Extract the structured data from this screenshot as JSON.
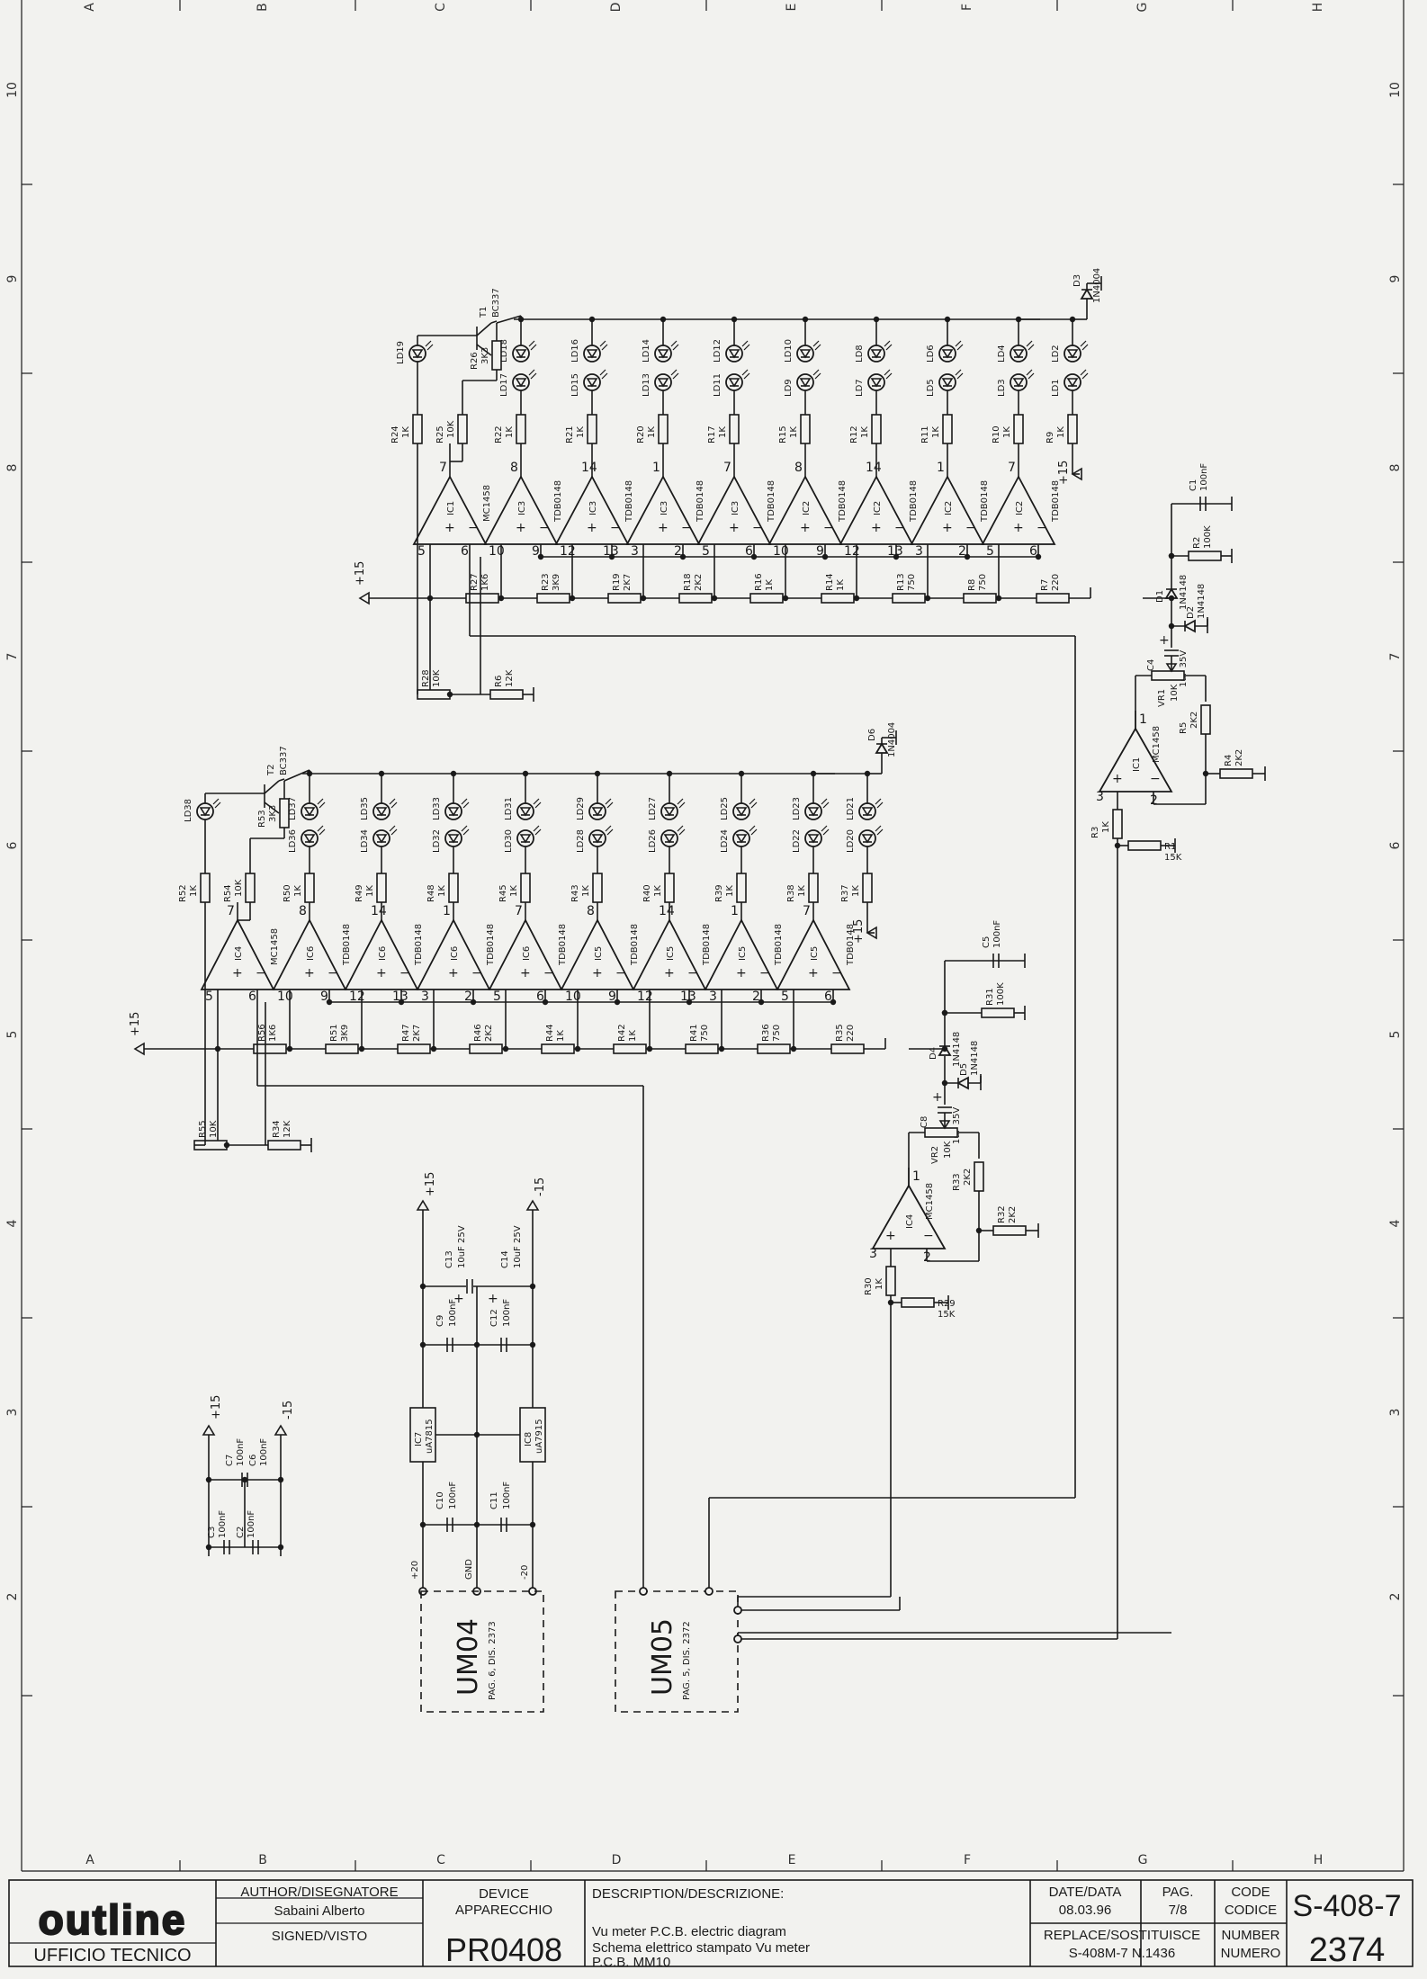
{
  "border": {
    "col_letters": [
      "A",
      "B",
      "C",
      "D",
      "E",
      "F",
      "G",
      "H"
    ],
    "row_numbers": [
      "10",
      "9",
      "8",
      "7",
      "6",
      "5",
      "4",
      "3",
      "2"
    ]
  },
  "schematic": {
    "channel1": {
      "opamps": [
        {
          "ref": "IC1",
          "type": "MC1458"
        },
        {
          "ref": "IC3",
          "type": "TDB0148"
        },
        {
          "ref": "IC3",
          "type": "TDB0148"
        },
        {
          "ref": "IC3",
          "type": "TDB0148"
        },
        {
          "ref": "IC3",
          "type": "TDB0148"
        },
        {
          "ref": "IC2",
          "type": "TDB0148"
        },
        {
          "ref": "IC2",
          "type": "TDB0148"
        },
        {
          "ref": "IC2",
          "type": "TDB0148"
        },
        {
          "ref": "IC2",
          "type": "TDB0148"
        }
      ],
      "out_pins": [
        "7",
        "8",
        "14",
        "1",
        "7",
        "8",
        "14",
        "1",
        "7"
      ],
      "in_pins": [
        [
          "5",
          "6"
        ],
        [
          "10",
          "9"
        ],
        [
          "12",
          "13"
        ],
        [
          "3",
          "2"
        ],
        [
          "5",
          "6"
        ],
        [
          "10",
          "9"
        ],
        [
          "12",
          "13"
        ],
        [
          "3",
          "2"
        ],
        [
          "5",
          "6"
        ]
      ],
      "top_resistors": [
        {
          "ref": "R24",
          "val": "1K"
        },
        {
          "ref": "R25",
          "val": "10K"
        },
        {
          "ref": "R22",
          "val": "1K"
        },
        {
          "ref": "R21",
          "val": "1K"
        },
        {
          "ref": "R20",
          "val": "1K"
        },
        {
          "ref": "R17",
          "val": "1K"
        },
        {
          "ref": "R15",
          "val": "1K"
        },
        {
          "ref": "R12",
          "val": "1K"
        },
        {
          "ref": "R11",
          "val": "1K"
        },
        {
          "ref": "R10",
          "val": "1K"
        },
        {
          "ref": "R9",
          "val": "1K"
        }
      ],
      "leds": [
        {
          "a": "LD19",
          "b": ""
        },
        {
          "a": "LD18",
          "b": "LD17"
        },
        {
          "a": "LD16",
          "b": "LD15"
        },
        {
          "a": "LD14",
          "b": "LD13"
        },
        {
          "a": "LD12",
          "b": "LD11"
        },
        {
          "a": "LD10",
          "b": "LD9"
        },
        {
          "a": "LD8",
          "b": "LD7"
        },
        {
          "a": "LD6",
          "b": "LD5"
        },
        {
          "a": "LD4",
          "b": "LD3"
        },
        {
          "a": "LD2",
          "b": "LD1"
        }
      ],
      "ladder": [
        {
          "ref": "R27",
          "val": "1K6"
        },
        {
          "ref": "R23",
          "val": "3K9"
        },
        {
          "ref": "R19",
          "val": "2K7"
        },
        {
          "ref": "R18",
          "val": "2K2"
        },
        {
          "ref": "R16",
          "val": "1K"
        },
        {
          "ref": "R14",
          "val": "1K"
        },
        {
          "ref": "R13",
          "val": "750"
        },
        {
          "ref": "R8",
          "val": "750"
        },
        {
          "ref": "R7",
          "val": "220"
        }
      ],
      "transistor": {
        "ref": "T1",
        "type": "BC337"
      },
      "r26": {
        "ref": "R26",
        "val": "3K3"
      },
      "r28": {
        "ref": "R28",
        "val": "10K"
      },
      "r6": {
        "ref": "R6",
        "val": "12K"
      },
      "supply": "+15",
      "supply_led": "+15",
      "d3": {
        "ref": "D3",
        "val": "1N4004"
      },
      "c1": {
        "ref": "C1",
        "val": "100nF"
      },
      "r2": {
        "ref": "R2",
        "val": "100K"
      },
      "d1": {
        "ref": "D1",
        "val": "1N4148"
      },
      "d2": {
        "ref": "D2",
        "val": "1N4148"
      },
      "c4": {
        "ref": "C4",
        "val": "1uF 35V"
      },
      "vr1": {
        "ref": "VR1",
        "val": "10K"
      },
      "r5": {
        "ref": "R5",
        "val": "2K2"
      },
      "r4": {
        "ref": "R4",
        "val": "2K2"
      },
      "r3": {
        "ref": "R3",
        "val": "1K"
      },
      "r1": {
        "ref": "R1",
        "val": "15K"
      },
      "ic1b": {
        "ref": "IC1",
        "type": "MC1458",
        "p_out": "1",
        "p_plus": "3",
        "p_minus": "2"
      }
    },
    "channel2": {
      "opamps": [
        {
          "ref": "IC4",
          "type": "MC1458"
        },
        {
          "ref": "IC6",
          "type": "TDB0148"
        },
        {
          "ref": "IC6",
          "type": "TDB0148"
        },
        {
          "ref": "IC6",
          "type": "TDB0148"
        },
        {
          "ref": "IC6",
          "type": "TDB0148"
        },
        {
          "ref": "IC5",
          "type": "TDB0148"
        },
        {
          "ref": "IC5",
          "type": "TDB0148"
        },
        {
          "ref": "IC5",
          "type": "TDB0148"
        },
        {
          "ref": "IC5",
          "type": "TDB0148"
        }
      ],
      "out_pins": [
        "7",
        "8",
        "14",
        "1",
        "7",
        "8",
        "14",
        "1",
        "7"
      ],
      "in_pins": [
        [
          "5",
          "6"
        ],
        [
          "10",
          "9"
        ],
        [
          "12",
          "13"
        ],
        [
          "3",
          "2"
        ],
        [
          "5",
          "6"
        ],
        [
          "10",
          "9"
        ],
        [
          "12",
          "13"
        ],
        [
          "3",
          "2"
        ],
        [
          "5",
          "6"
        ]
      ],
      "top_resistors": [
        {
          "ref": "R52",
          "val": "1K"
        },
        {
          "ref": "R54",
          "val": "10K"
        },
        {
          "ref": "R50",
          "val": "1K"
        },
        {
          "ref": "R49",
          "val": "1K"
        },
        {
          "ref": "R48",
          "val": "1K"
        },
        {
          "ref": "R45",
          "val": "1K"
        },
        {
          "ref": "R43",
          "val": "1K"
        },
        {
          "ref": "R40",
          "val": "1K"
        },
        {
          "ref": "R39",
          "val": "1K"
        },
        {
          "ref": "R38",
          "val": "1K"
        },
        {
          "ref": "R37",
          "val": "1K"
        }
      ],
      "leds": [
        {
          "a": "LD38",
          "b": ""
        },
        {
          "a": "LD37",
          "b": "LD36"
        },
        {
          "a": "LD35",
          "b": "LD34"
        },
        {
          "a": "LD33",
          "b": "LD32"
        },
        {
          "a": "LD31",
          "b": "LD30"
        },
        {
          "a": "LD29",
          "b": "LD28"
        },
        {
          "a": "LD27",
          "b": "LD26"
        },
        {
          "a": "LD25",
          "b": "LD24"
        },
        {
          "a": "LD23",
          "b": "LD22"
        },
        {
          "a": "LD21",
          "b": "LD20"
        }
      ],
      "ladder": [
        {
          "ref": "R56",
          "val": "1K6"
        },
        {
          "ref": "R51",
          "val": "3K9"
        },
        {
          "ref": "R47",
          "val": "2K7"
        },
        {
          "ref": "R46",
          "val": "2K2"
        },
        {
          "ref": "R44",
          "val": "1K"
        },
        {
          "ref": "R42",
          "val": "1K"
        },
        {
          "ref": "R41",
          "val": "750"
        },
        {
          "ref": "R36",
          "val": "750"
        },
        {
          "ref": "R35",
          "val": "220"
        }
      ],
      "transistor": {
        "ref": "T2",
        "type": "BC337"
      },
      "r53": {
        "ref": "R53",
        "val": "3K3"
      },
      "r55": {
        "ref": "R55",
        "val": "10K"
      },
      "r34": {
        "ref": "R34",
        "val": "12K"
      },
      "supply": "+15",
      "supply_led": "+15",
      "d6": {
        "ref": "D6",
        "val": "1N4004"
      },
      "c5": {
        "ref": "C5",
        "val": "100nF"
      },
      "r31": {
        "ref": "R31",
        "val": "100K"
      },
      "d4": {
        "ref": "D4",
        "val": "1N4148"
      },
      "d5": {
        "ref": "D5",
        "val": "1N4148"
      },
      "c8": {
        "ref": "C8",
        "val": "1uF 35V"
      },
      "vr2": {
        "ref": "VR2",
        "val": "10K"
      },
      "r33": {
        "ref": "R33",
        "val": "2K2"
      },
      "r32": {
        "ref": "R32",
        "val": "2K2"
      },
      "r30": {
        "ref": "R30",
        "val": "1K"
      },
      "r29": {
        "ref": "R29",
        "val": "15K"
      },
      "ic4b": {
        "ref": "IC4",
        "type": "MC1458",
        "p_out": "1",
        "p_plus": "3",
        "p_minus": "2"
      }
    },
    "power": {
      "plus15": "+15",
      "minus15": "-15",
      "c13": {
        "ref": "C13",
        "val": "10uF 25V"
      },
      "c14": {
        "ref": "C14",
        "val": "10uF 25V"
      },
      "c9": {
        "ref": "C9",
        "val": "100nF"
      },
      "c12": {
        "ref": "C12",
        "val": "100nF"
      },
      "ic7": {
        "ref": "IC7",
        "type": "uA7815"
      },
      "ic8": {
        "ref": "IC8",
        "type": "uA7915"
      },
      "c10": {
        "ref": "C10",
        "val": "100nF"
      },
      "c11": {
        "ref": "C11",
        "val": "100nF"
      },
      "pins": [
        "+20",
        "GND",
        "-20"
      ]
    },
    "decoupling": {
      "plus15": "+15",
      "minus15": "-15",
      "c7": {
        "ref": "C7",
        "val": "100nF"
      },
      "c6": {
        "ref": "C6",
        "val": "100nF"
      },
      "c3": {
        "ref": "C3",
        "val": "100nF"
      },
      "c2": {
        "ref": "C2",
        "val": "100nF"
      }
    },
    "modules": [
      {
        "name": "UM04",
        "ref": "PAG. 6, DIS. 2373"
      },
      {
        "name": "UM05",
        "ref": "PAG. 5, DIS. 2372"
      }
    ]
  },
  "title_block": {
    "logo": "outline",
    "dept": "UFFICIO TECNICO",
    "author_label": "AUTHOR/DISEGNATORE",
    "author": "Sabaini Alberto",
    "signed_label": "SIGNED/VISTO",
    "device_label_1": "DEVICE",
    "device_label_2": "APPARECCHIO",
    "device": "PR0408",
    "desc_label": "DESCRIPTION/DESCRIZIONE:",
    "desc_1": "Vu meter P.C.B. electric diagram",
    "desc_2": "Schema elettrico stampato Vu meter",
    "desc_3": "P.C.B. MM10",
    "date_label": "DATE/DATA",
    "date": "08.03.96",
    "page_label": "PAG.",
    "page": "7/8",
    "code_label_1": "CODE",
    "code_label_2": "CODICE",
    "code": "S-408-7",
    "replace_label": "REPLACE/SOSTITUISCE",
    "replace": "S-408M-7 N.1436",
    "number_label_1": "NUMBER",
    "number_label_2": "NUMERO",
    "number": "2374"
  }
}
